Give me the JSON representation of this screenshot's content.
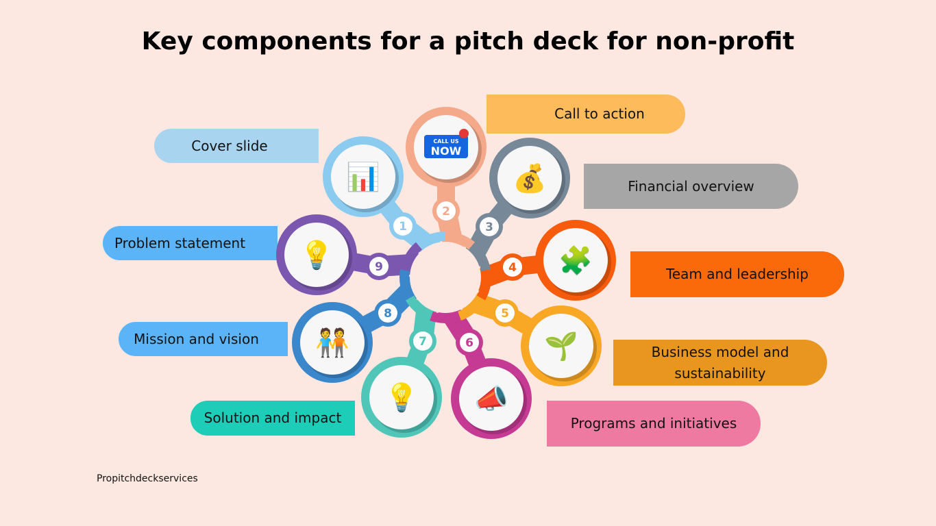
{
  "title": "Key components for a pitch deck for non-profit",
  "footer": "Propitchdeckservices",
  "components": [
    {
      "number": "1",
      "label": "Cover slide",
      "color": "#8ccbf0",
      "label_color": "#a8d4f0",
      "icon": "presentation-board-icon"
    },
    {
      "number": "2",
      "label": "Call to action",
      "color": "#f4a98a",
      "label_color": "#fdbb5c",
      "icon": "call-us-now-icon",
      "icon_text": [
        "CALL US",
        "NOW"
      ]
    },
    {
      "number": "3",
      "label": "Financial overview",
      "color": "#778899",
      "label_color": "#a6a6a6",
      "icon": "finance-chart-icon"
    },
    {
      "number": "4",
      "label": "Team and leadership",
      "color": "#f75b0c",
      "label_color": "#fa6a0a",
      "icon": "team-puzzle-icon"
    },
    {
      "number": "5",
      "label": "Business model and sustainability",
      "color": "#f9a825",
      "label_color": "#e8961f",
      "icon": "sprout-cycle-icon"
    },
    {
      "number": "6",
      "label": "Programs and initiatives",
      "color": "#c53a93",
      "label_color": "#ee7aa2",
      "icon": "megaphone-network-icon"
    },
    {
      "number": "7",
      "label": "Solution and impact",
      "color": "#4fc6b8",
      "label_color": "#1ecdb7",
      "icon": "idea-bulb-people-icon"
    },
    {
      "number": "8",
      "label": "Mission and vision",
      "color": "#3a87cc",
      "label_color": "#5ab4f7",
      "icon": "puzzle-people-icon"
    },
    {
      "number": "9",
      "label": "Problem statement",
      "color": "#7c57b0",
      "label_color": "#5ab4f7",
      "icon": "lightbulb-check-icon"
    }
  ]
}
